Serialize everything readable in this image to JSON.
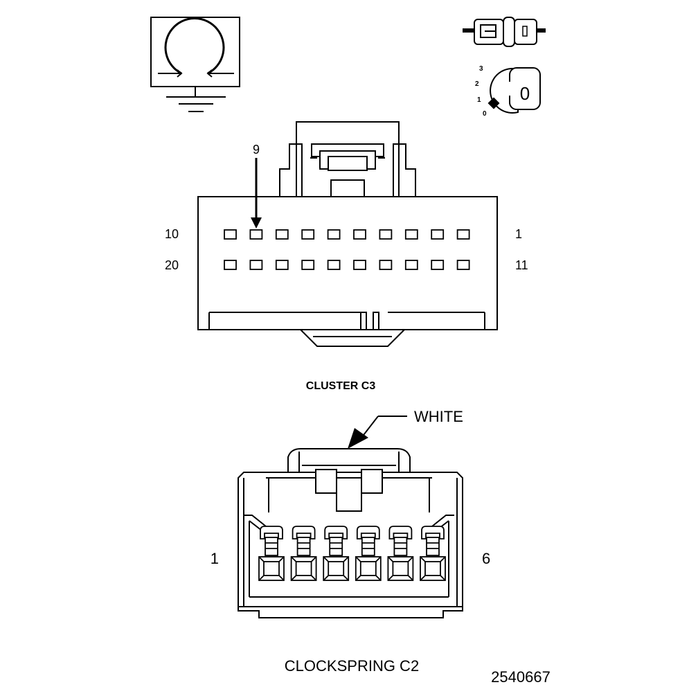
{
  "cluster": {
    "title": "CLUSTER C3",
    "pointer_label": "9",
    "row1_left": "10",
    "row1_right": "1",
    "row2_left": "20",
    "row2_right": "11",
    "cavities_per_row": 10
  },
  "clockspring": {
    "title": "CLOCKSPRING C2",
    "color_label": "WHITE",
    "left_label": "1",
    "right_label": "6",
    "cavities": 6
  },
  "key_positions": [
    "3",
    "2",
    "1",
    "0"
  ],
  "key_glyph": "0",
  "figure_number": "2540667"
}
